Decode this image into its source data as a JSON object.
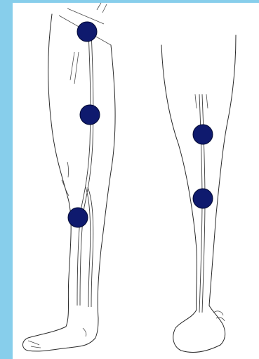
{
  "figure": {
    "background_color": "#87ceeb",
    "panel_color": "#ffffff",
    "marker_color": "#0f1a6e"
  },
  "markers": {
    "front_leg": [
      "groin-marker",
      "thigh-marker",
      "knee-marker"
    ],
    "back_leg": [
      "calf-upper-marker",
      "calf-lower-marker"
    ]
  }
}
